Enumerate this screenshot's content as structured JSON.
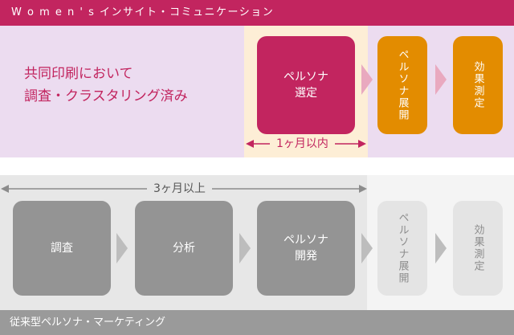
{
  "top": {
    "bar_title": "W o m e n ' s  インサイト・コミュニケーション",
    "description": [
      "共同印刷において",
      "調査・クラスタリング済み"
    ],
    "boxes": {
      "persona_select": "ペルソナ\n選定",
      "persona_develop": "ペルソナ展開",
      "effect_measure": "効果測定"
    },
    "span_label": "1ヶ月以内"
  },
  "bottom": {
    "span_label": "3ヶ月以上",
    "boxes": {
      "survey": "調査",
      "analysis": "分析",
      "persona_dev": "ペルソナ\n開発",
      "persona_develop": "ペルソナ展開",
      "effect_measure": "効果測定"
    },
    "bar_title": "従来型ペルソナ・マーケティング"
  },
  "colors": {
    "brand_pink": "#c2255f",
    "orange": "#e38c00",
    "gray_box": "#949494",
    "light_box": "#e4e4e4"
  }
}
